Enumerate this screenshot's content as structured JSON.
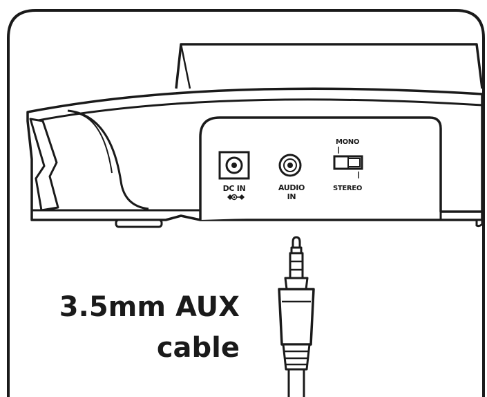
{
  "labels": {
    "dc_in": "DC IN",
    "audio_in_line1": "AUDIO",
    "audio_in_line2": "IN",
    "switch_top": "MONO",
    "switch_bottom": "STEREO"
  },
  "caption": {
    "line1": "3.5mm AUX",
    "line2": "cable"
  },
  "colors": {
    "stroke": "#1a1a1a",
    "background": "#ffffff"
  },
  "icons": [
    "dc-polarity-icon",
    "audio-jack-icon",
    "mono-stereo-switch-icon"
  ]
}
